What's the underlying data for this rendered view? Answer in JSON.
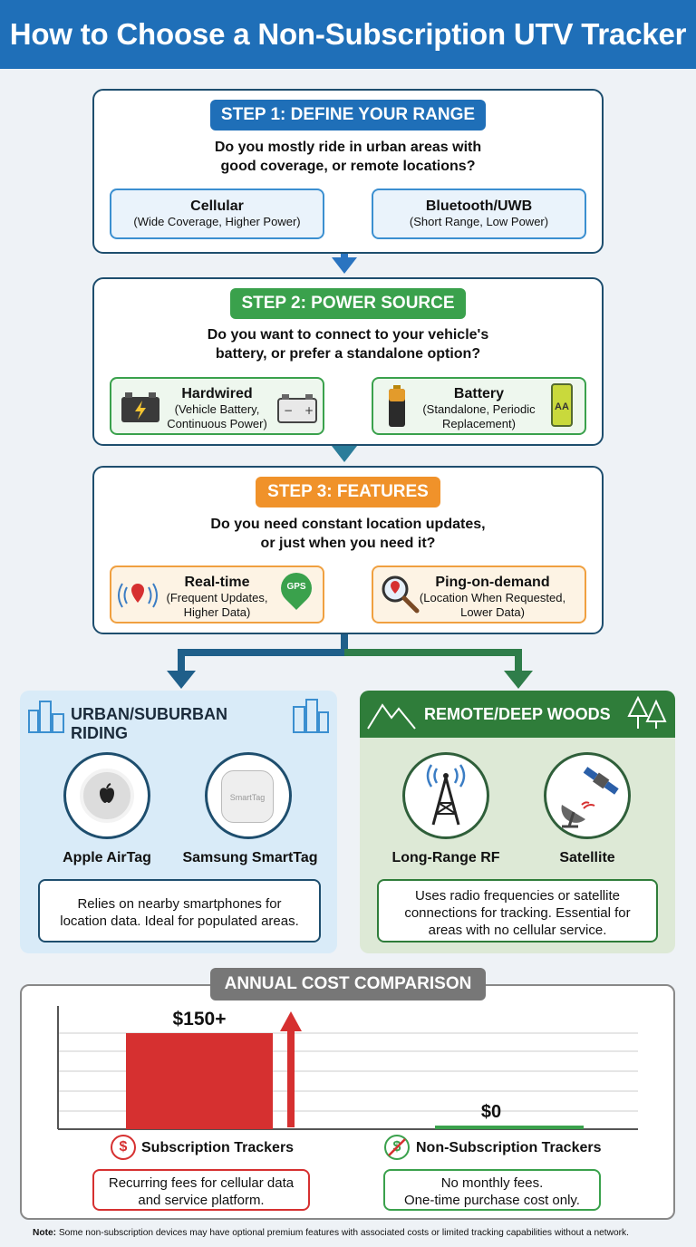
{
  "title": "How to Choose a Non-Subscription UTV Tracker",
  "step1": {
    "label": "STEP 1: DEFINE YOUR RANGE",
    "question_l1": "Do you mostly ride in urban areas with",
    "question_l2": "good coverage, or remote locations?",
    "left": {
      "title": "Cellular",
      "sub": "(Wide Coverage, Higher Power)"
    },
    "right": {
      "title": "Bluetooth/UWB",
      "sub": "(Short Range, Low Power)"
    }
  },
  "step2": {
    "label": "STEP 2: POWER SOURCE",
    "question_l1": "Do you want to connect to your vehicle's",
    "question_l2": "battery, or prefer a standalone option?",
    "left": {
      "title": "Hardwired",
      "sub1": "(Vehicle Battery,",
      "sub2": "Continuous Power)"
    },
    "right": {
      "title": "Battery",
      "sub1": "(Standalone, Periodic",
      "sub2": "Replacement)"
    },
    "battery_icon_text": "AA"
  },
  "step3": {
    "label": "STEP 3: FEATURES",
    "question_l1": "Do you need constant location updates,",
    "question_l2": "or just when you need it?",
    "left": {
      "title": "Real-time",
      "sub1": "(Frequent Updates,",
      "sub2": "Higher Data)"
    },
    "right": {
      "title": "Ping-on-demand",
      "sub1": "(Location When Requested,",
      "sub2": "Lower Data)"
    },
    "gps_text": "GPS"
  },
  "urban": {
    "title": "URBAN/SUBURBAN RIDING",
    "item1": "Apple AirTag",
    "item2": "Samsung SmartTag",
    "smarttag_text": "SmartTag",
    "desc_l1": "Relies on nearby smartphones for",
    "desc_l2": "location data. Ideal for populated areas."
  },
  "remote": {
    "title": "REMOTE/DEEP WOODS",
    "item1": "Long-Range RF",
    "item2": "Satellite",
    "desc_l1": "Uses radio frequencies or satellite",
    "desc_l2": "connections for tracking. Essential for",
    "desc_l3": "areas with no cellular service."
  },
  "cost": {
    "title": "ANNUAL COST COMPARISON",
    "sub_label": "Subscription Trackers",
    "sub_value": "$150+",
    "sub_desc_l1": "Recurring fees for cellular data",
    "sub_desc_l2": "and service platform.",
    "nonsub_label": "Non-Subscription Trackers",
    "nonsub_value": "$0",
    "nonsub_desc_l1": "No monthly fees.",
    "nonsub_desc_l2": "One-time purchase cost only."
  },
  "chart_data": {
    "type": "bar",
    "categories": [
      "Subscription Trackers",
      "Non-Subscription Trackers"
    ],
    "values": [
      150,
      0
    ],
    "value_labels": [
      "$150+",
      "$0"
    ],
    "title": "ANNUAL COST COMPARISON",
    "grid": true
  },
  "note_label": "Note:",
  "note_text": " Some non-subscription devices may have optional premium features with associated costs or limited tracking capabilities without a network.",
  "colors": {
    "blue": "#1f6fb8",
    "green": "#3aa14c",
    "orange": "#f0922a",
    "red": "#d63030",
    "gray": "#777777"
  }
}
